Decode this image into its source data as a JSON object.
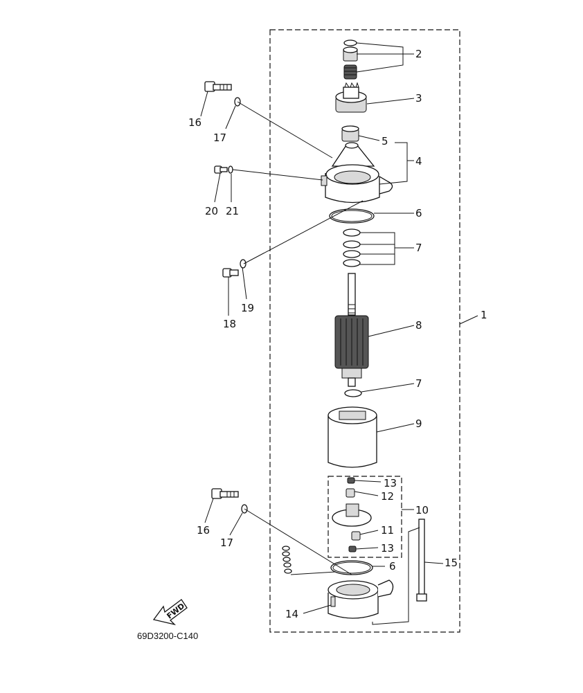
{
  "diagram": {
    "drawing_code": "69D3200-C140",
    "fwd_label": "FWD",
    "callouts": {
      "c1": "1",
      "c2": "2",
      "c3": "3",
      "c4": "4",
      "c5": "5",
      "c6a": "6",
      "c7a": "7",
      "c8": "8",
      "c7b": "7",
      "c9": "9",
      "c13a": "13",
      "c12": "12",
      "c10": "10",
      "c11": "11",
      "c13b": "13",
      "c6b": "6",
      "c15": "15",
      "c14": "14",
      "c16a": "16",
      "c17a": "17",
      "c20": "20",
      "c21": "21",
      "c18": "18",
      "c19": "19",
      "c16b": "16",
      "c17b": "17"
    }
  }
}
